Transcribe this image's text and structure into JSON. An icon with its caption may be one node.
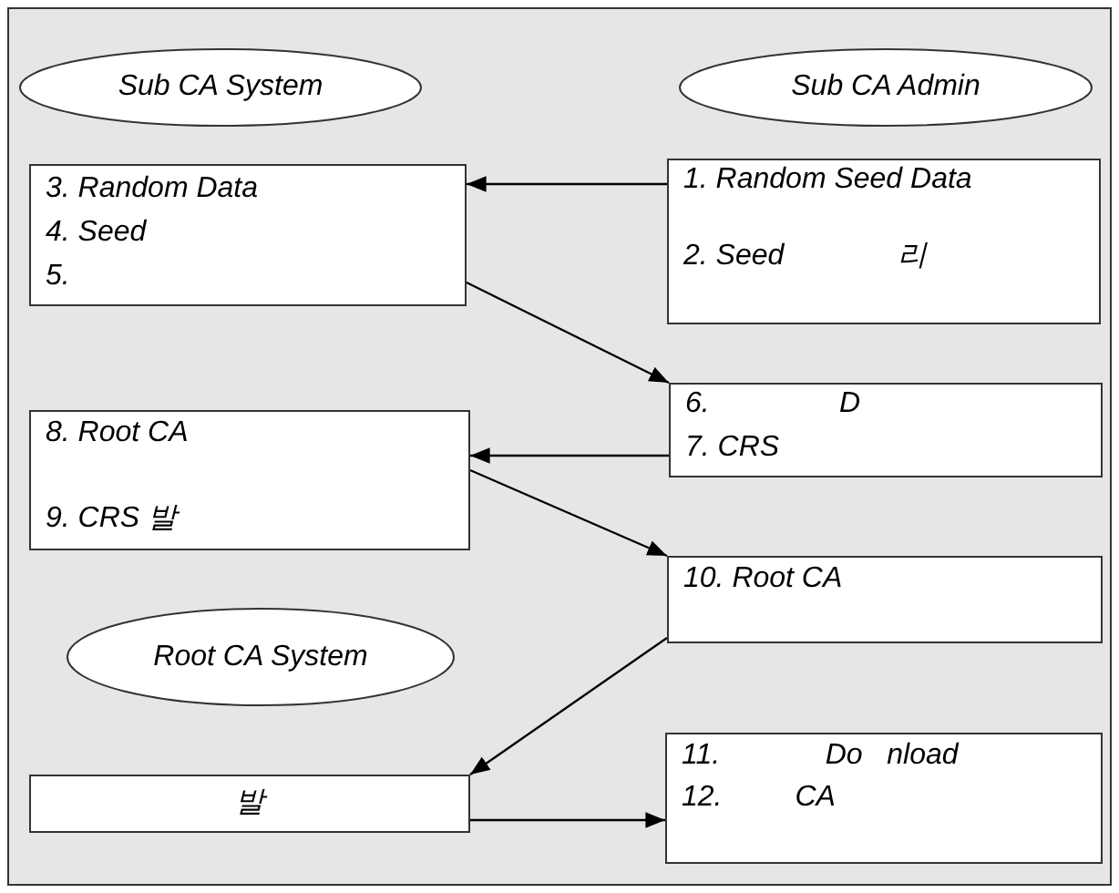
{
  "diagram": {
    "nodes": [
      {
        "text": [
          "Sub CA System"
        ]
      },
      {
        "text": [
          "Sub CA Admin"
        ]
      },
      {
        "text": [
          "3. Random Data",
          "4. Seed",
          "5."
        ]
      },
      {
        "text": [
          "1. Random Seed Data",
          "2. Seed              리"
        ]
      },
      {
        "text": [
          "6.                D",
          "7. CRS"
        ]
      },
      {
        "text": [
          "8. Root CA",
          "9. CRS 발"
        ]
      },
      {
        "text": [
          "10. Root CA"
        ]
      },
      {
        "text": [
          "Root CA System"
        ]
      },
      {
        "text": [
          "발"
        ]
      },
      {
        "text": [
          "11.             Do   nload",
          "12.         CA"
        ]
      }
    ],
    "edges": [
      {
        "from": 3,
        "to": 2,
        "arrow": "to"
      },
      {
        "from": 2,
        "to": 4,
        "arrow": "to"
      },
      {
        "from": 4,
        "to": 5,
        "arrow": "to"
      },
      {
        "from": 5,
        "to": 6,
        "arrow": "to"
      },
      {
        "from": 6,
        "to": 8,
        "arrow": "to"
      },
      {
        "from": 8,
        "to": 9,
        "arrow": "to"
      }
    ]
  }
}
